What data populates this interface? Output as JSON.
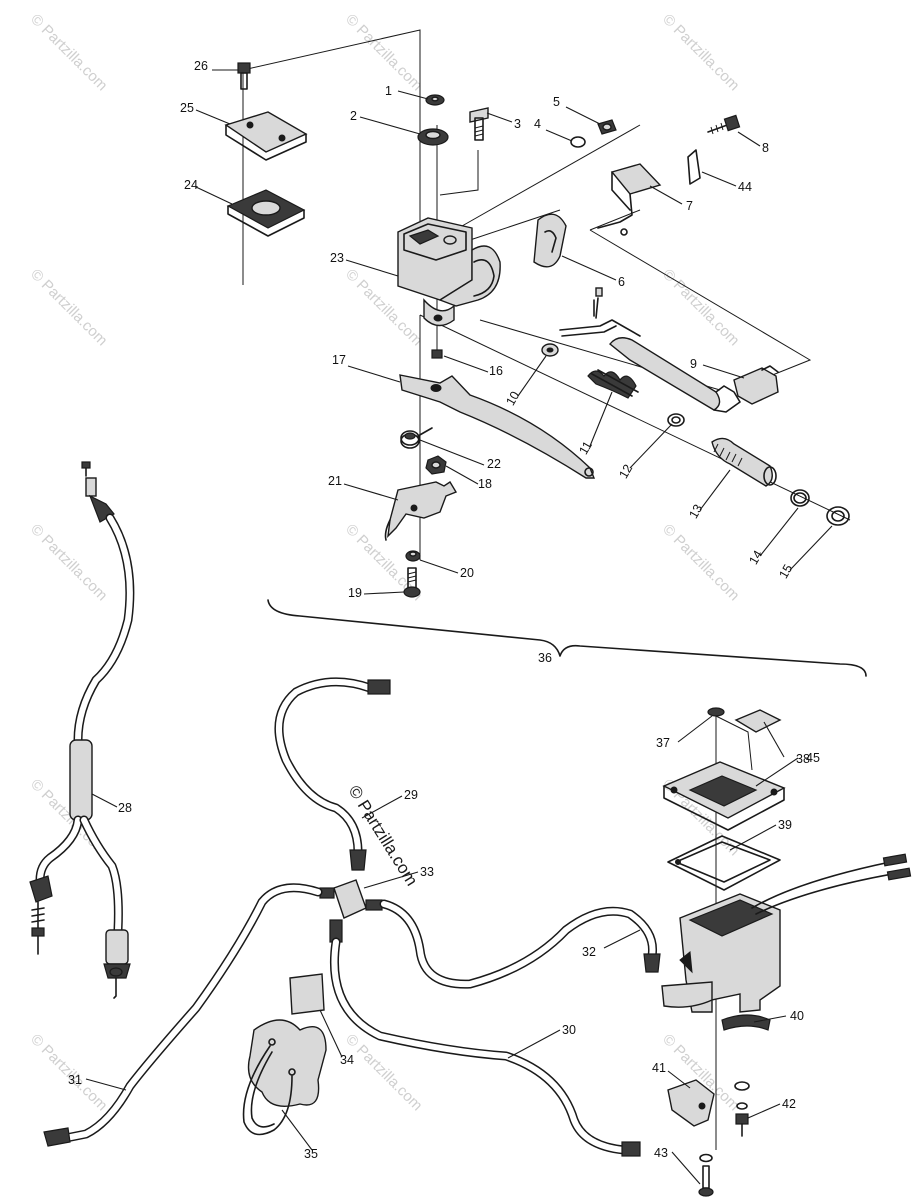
{
  "watermark_text": "© Partzilla.com",
  "center_stamp": "© Partzilla.com",
  "callouts": [
    {
      "id": "c1",
      "text": "1"
    },
    {
      "id": "c2",
      "text": "2"
    },
    {
      "id": "c3",
      "text": "3"
    },
    {
      "id": "c4",
      "text": "4"
    },
    {
      "id": "c5",
      "text": "5"
    },
    {
      "id": "c6",
      "text": "6"
    },
    {
      "id": "c7",
      "text": "7"
    },
    {
      "id": "c8",
      "text": "8"
    },
    {
      "id": "c9",
      "text": "9"
    },
    {
      "id": "c10",
      "text": "10"
    },
    {
      "id": "c11",
      "text": "11"
    },
    {
      "id": "c12",
      "text": "12"
    },
    {
      "id": "c13",
      "text": "13"
    },
    {
      "id": "c14",
      "text": "14"
    },
    {
      "id": "c15",
      "text": "15"
    },
    {
      "id": "c16",
      "text": "16"
    },
    {
      "id": "c17",
      "text": "17"
    },
    {
      "id": "c18",
      "text": "18"
    },
    {
      "id": "c19",
      "text": "19"
    },
    {
      "id": "c20",
      "text": "20"
    },
    {
      "id": "c21",
      "text": "21"
    },
    {
      "id": "c22",
      "text": "22"
    },
    {
      "id": "c23",
      "text": "23"
    },
    {
      "id": "c24",
      "text": "24"
    },
    {
      "id": "c25",
      "text": "25"
    },
    {
      "id": "c26",
      "text": "26"
    },
    {
      "id": "c28",
      "text": "28"
    },
    {
      "id": "c29",
      "text": "29"
    },
    {
      "id": "c30",
      "text": "30"
    },
    {
      "id": "c31",
      "text": "31"
    },
    {
      "id": "c32",
      "text": "32"
    },
    {
      "id": "c33",
      "text": "33"
    },
    {
      "id": "c34",
      "text": "34"
    },
    {
      "id": "c35",
      "text": "35"
    },
    {
      "id": "c36",
      "text": "36"
    },
    {
      "id": "c37",
      "text": "37"
    },
    {
      "id": "c38",
      "text": "38"
    },
    {
      "id": "c39",
      "text": "39"
    },
    {
      "id": "c40",
      "text": "40"
    },
    {
      "id": "c41",
      "text": "41"
    },
    {
      "id": "c42",
      "text": "42"
    },
    {
      "id": "c43",
      "text": "43"
    },
    {
      "id": "c44",
      "text": "44"
    },
    {
      "id": "c45",
      "text": "45"
    }
  ]
}
